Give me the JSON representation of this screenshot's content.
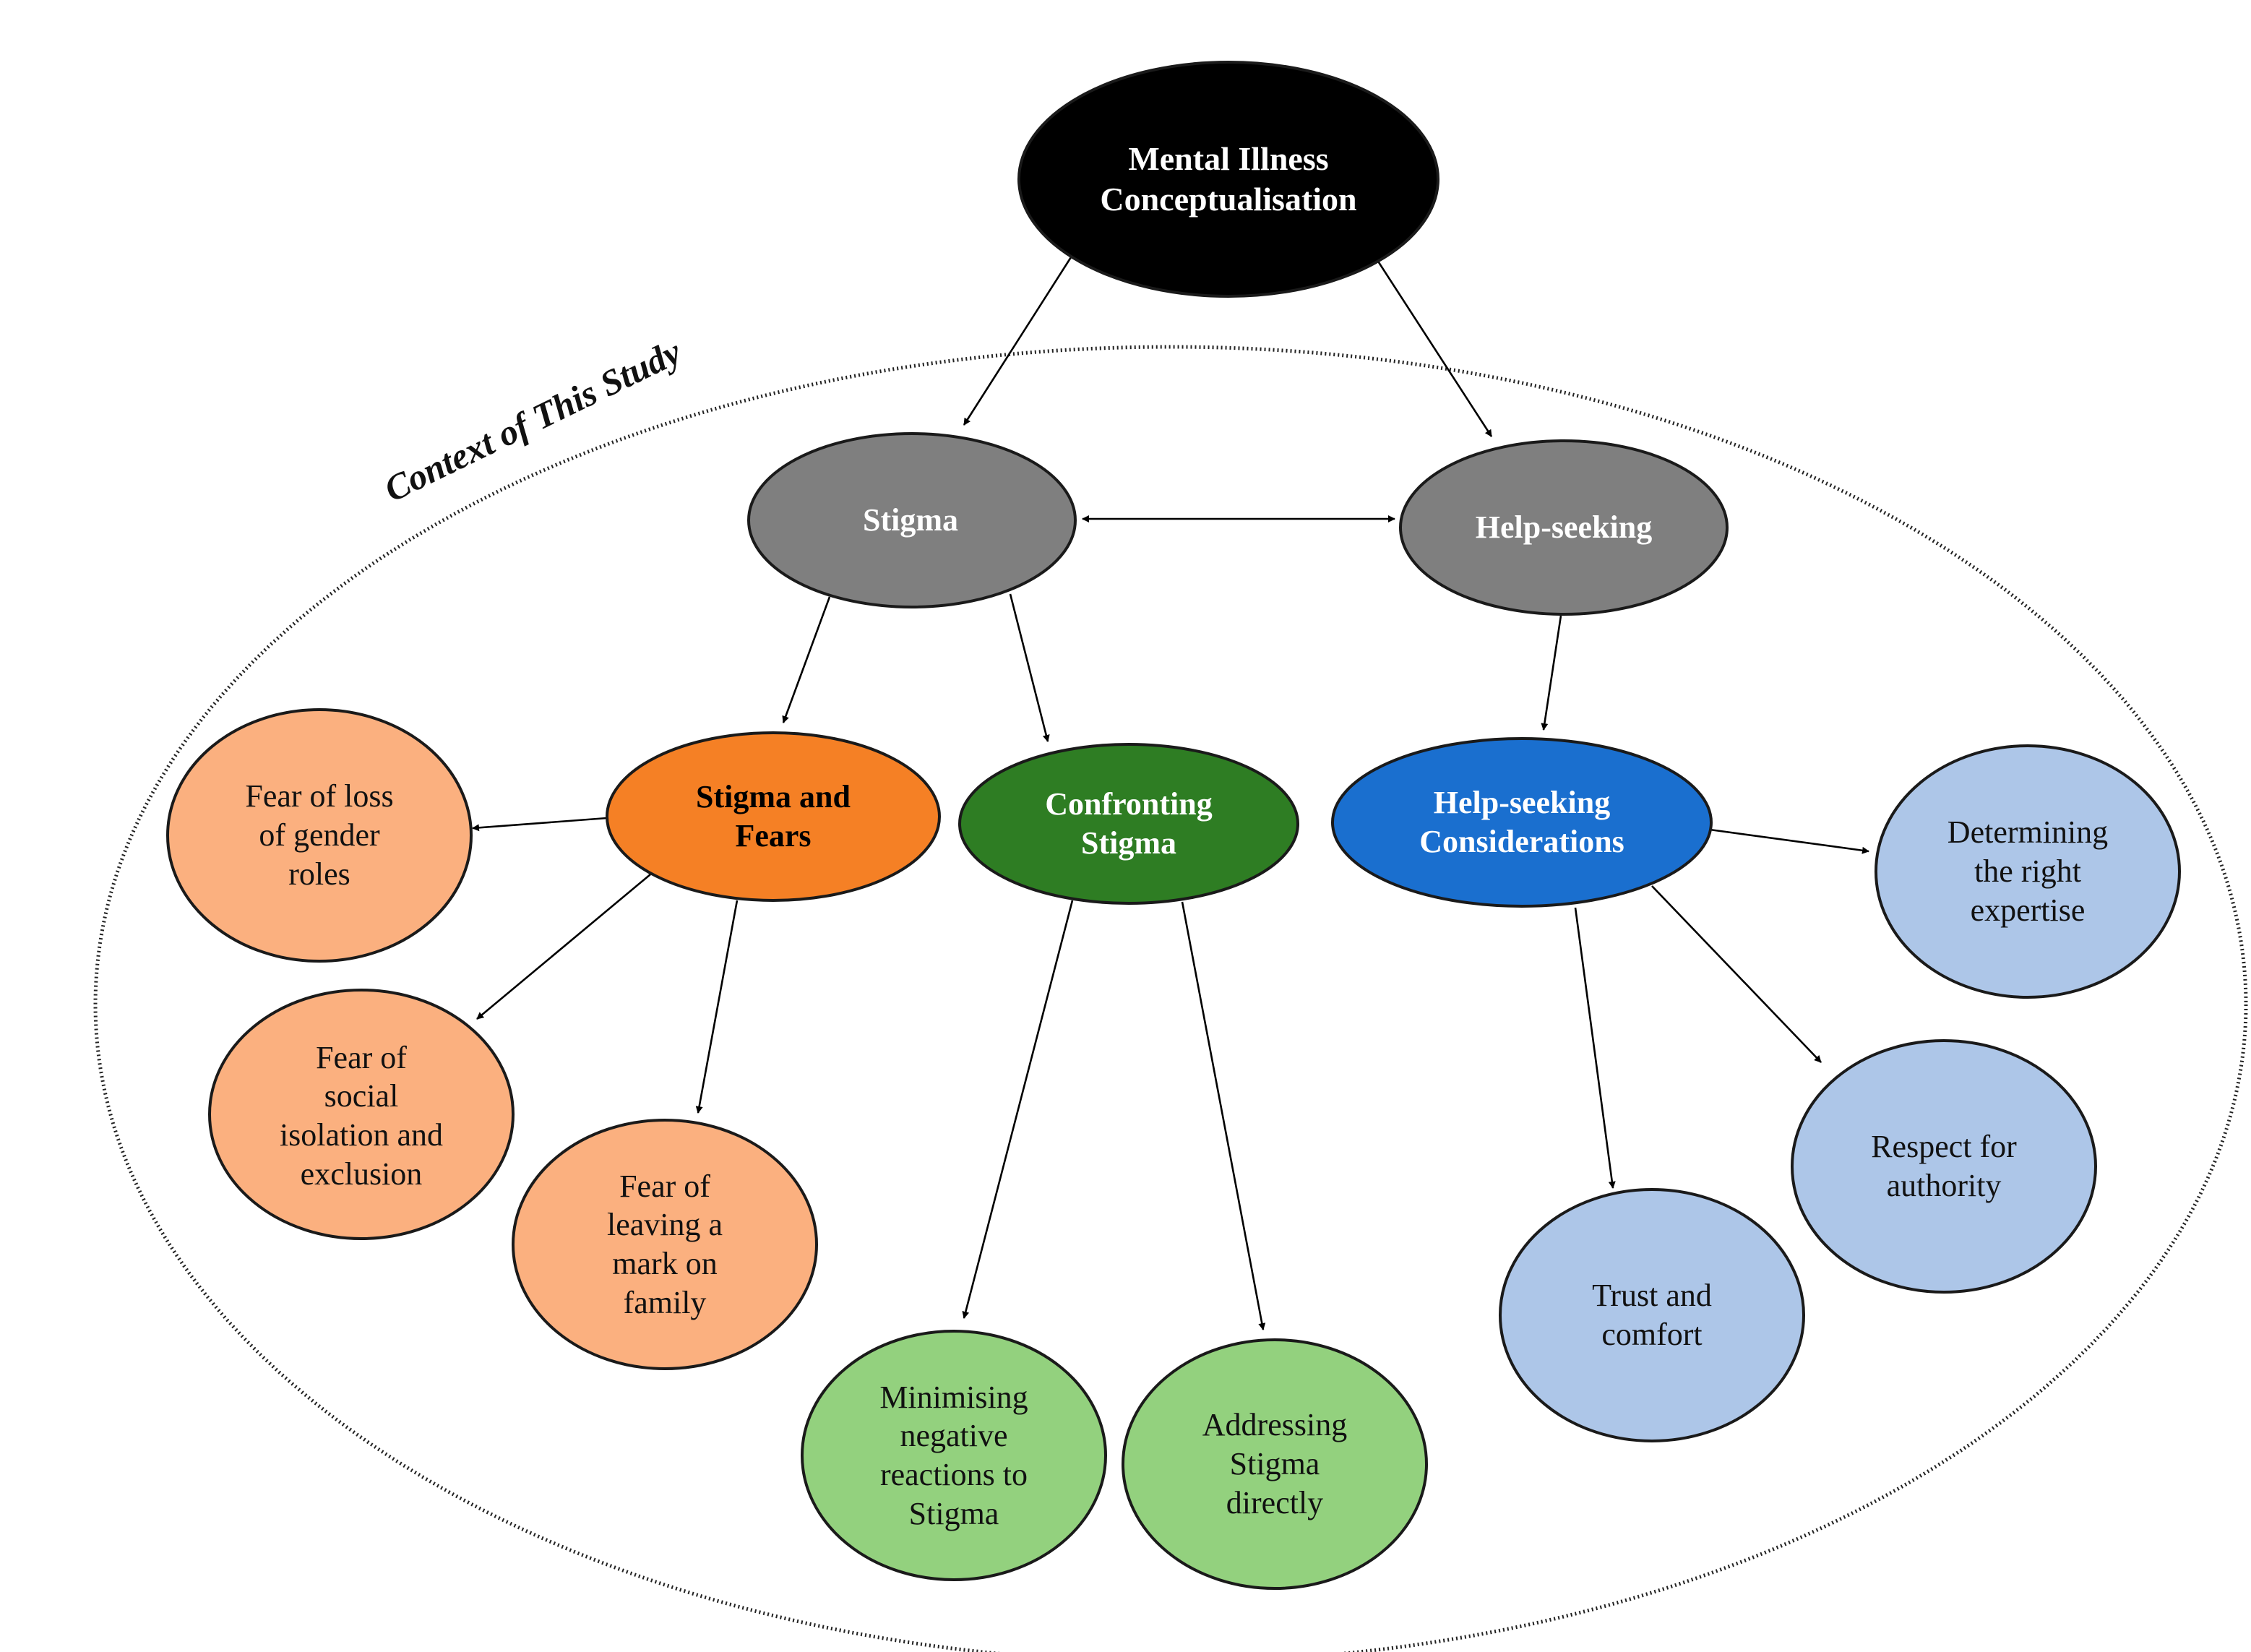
{
  "context": {
    "label": "Context of This Study"
  },
  "colors": {
    "black": "#000000",
    "grey": "#7f7f7f",
    "orange": "#f58025",
    "dark_green": "#2e7d23",
    "blue": "#1a6fcf",
    "light_orange": "#fbb07f",
    "light_green": "#93d17e",
    "light_blue": "#adc6e8",
    "outline": "#1a1a1a"
  },
  "nodes": {
    "mental_illness": {
      "label": "Mental Illness\nConceptualisation"
    },
    "stigma": {
      "label": "Stigma"
    },
    "help_seeking": {
      "label": "Help-seeking"
    },
    "stigma_fears": {
      "label": "Stigma and\nFears"
    },
    "confronting_stigma": {
      "label": "Confronting\nStigma"
    },
    "help_seeking_considerations": {
      "label": "Help-seeking\nConsiderations"
    },
    "fear_gender_roles": {
      "label": "Fear of loss\nof gender\nroles"
    },
    "fear_social_isolation": {
      "label": "Fear of\nsocial\nisolation and\nexclusion"
    },
    "fear_mark_family": {
      "label": "Fear of\nleaving a\nmark on\nfamily"
    },
    "minimising_reactions": {
      "label": "Minimising\nnegative\nreactions to\nStigma"
    },
    "addressing_stigma": {
      "label": "Addressing\nStigma\ndirectly"
    },
    "determining_expertise": {
      "label": "Determining\nthe right\nexpertise"
    },
    "respect_authority": {
      "label": "Respect for\nauthority"
    },
    "trust_comfort": {
      "label": "Trust and\ncomfort"
    }
  }
}
